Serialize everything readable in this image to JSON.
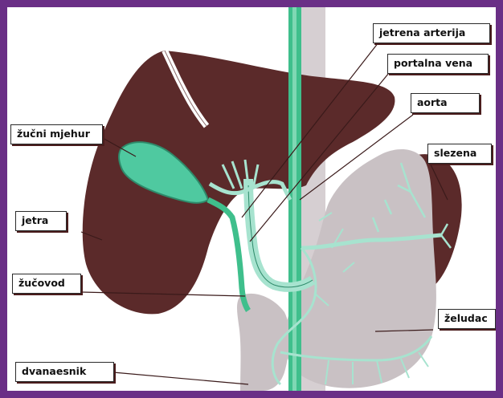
{
  "labels": {
    "hepatic_artery": "jetrena arterija",
    "portal_vein": "portalna vena",
    "aorta": "aorta",
    "spleen": "slezena",
    "gallbladder": "žučni mjehur",
    "liver": "jetra",
    "bile_duct": "žučovod",
    "stomach": "želudac",
    "duodenum": "dvanaesnik"
  },
  "colors": {
    "frame": "#6a2f86",
    "liver": "#5b2a2a",
    "stomach": "#c9c1c4",
    "aorta": "#3fbf8c",
    "vessels": "#a7e3cf",
    "vessel_outline": "#2e8a6a",
    "leader_lines": "#3a1a1a"
  }
}
